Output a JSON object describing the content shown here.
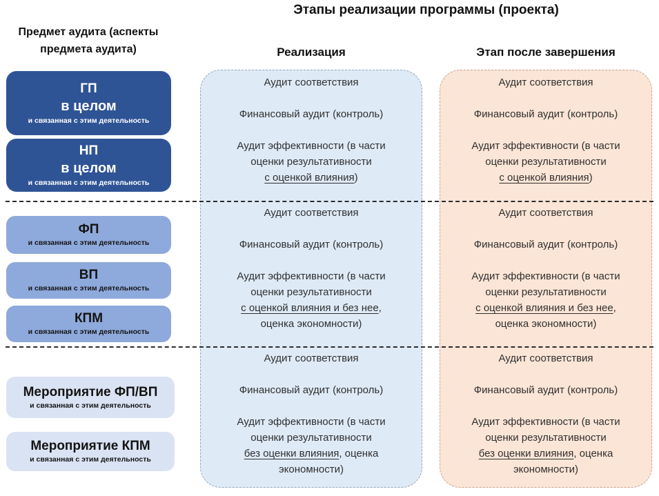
{
  "title": "Этапы реализации программы (проекта)",
  "subject_header": "Предмет аудита (аспекты предмета аудита)",
  "stage_columns": [
    {
      "header": "Реализация"
    },
    {
      "header": "Этап после завершения"
    }
  ],
  "subject_boxes": [
    {
      "line1": "ГП",
      "line2": "в целом",
      "subtitle": "и связанная с этим деятельность"
    },
    {
      "line1": "НП",
      "line2": "в целом",
      "subtitle": "и связанная с этим деятельность"
    },
    {
      "line1": "ФП",
      "line2": "",
      "subtitle": "и связанная с этим деятельность"
    },
    {
      "line1": "ВП",
      "line2": "",
      "subtitle": "и связанная с этим деятельность"
    },
    {
      "line1": "КПМ",
      "line2": "",
      "subtitle": "и связанная с этим деятельность"
    },
    {
      "line1": "Мероприятие ФП/ВП",
      "line2": "",
      "subtitle": "и связанная с этим деятельность"
    },
    {
      "line1": "Мероприятие КПМ",
      "line2": "",
      "subtitle": "и связанная с этим деятельность"
    }
  ],
  "audit_sections": [
    {
      "paragraphs": [
        {
          "lines": [
            [
              {
                "t": "Аудит соответствия"
              }
            ]
          ]
        },
        {
          "lines": [
            [
              {
                "t": "Финансовый аудит (контроль)"
              }
            ]
          ]
        },
        {
          "lines": [
            [
              {
                "t": "Аудит эффективности (в части"
              }
            ],
            [
              {
                "t": "оценки результативности"
              }
            ],
            [
              {
                "t": "с оценкой влияния",
                "u": true
              },
              {
                "t": ")"
              }
            ]
          ]
        }
      ]
    },
    {
      "paragraphs": [
        {
          "lines": [
            [
              {
                "t": "Аудит соответствия"
              }
            ]
          ]
        },
        {
          "lines": [
            [
              {
                "t": "Финансовый аудит (контроль)"
              }
            ]
          ]
        },
        {
          "lines": [
            [
              {
                "t": "Аудит эффективности (в части"
              }
            ],
            [
              {
                "t": "оценки результативности"
              }
            ],
            [
              {
                "t": "с оценкой влияния и без нее",
                "u": true
              },
              {
                "t": ","
              }
            ],
            [
              {
                "t": "оценка экономности)"
              }
            ]
          ]
        }
      ]
    },
    {
      "paragraphs": [
        {
          "lines": [
            [
              {
                "t": "Аудит соответствия"
              }
            ]
          ]
        },
        {
          "lines": [
            [
              {
                "t": "Финансовый аудит (контроль)"
              }
            ]
          ]
        },
        {
          "lines": [
            [
              {
                "t": "Аудит эффективности (в части"
              }
            ],
            [
              {
                "t": "оценки результативности"
              }
            ],
            [
              {
                "t": "без оценки влияния",
                "u": true
              },
              {
                "t": ", оценка"
              }
            ],
            [
              {
                "t": "экономности)"
              }
            ]
          ]
        }
      ]
    }
  ],
  "colors": {
    "dark-blue": "#2F5496",
    "mid-blue": "#8EA9DB",
    "light-blue": "#DAE3F3",
    "panel-blue": "#DEEAF6",
    "panel-peach": "#FBE5D6",
    "panel-blue-border": "#97a6ba",
    "panel-peach-border": "#c9a392",
    "separator": "#2b2b2b",
    "text-dark": "#303030"
  }
}
